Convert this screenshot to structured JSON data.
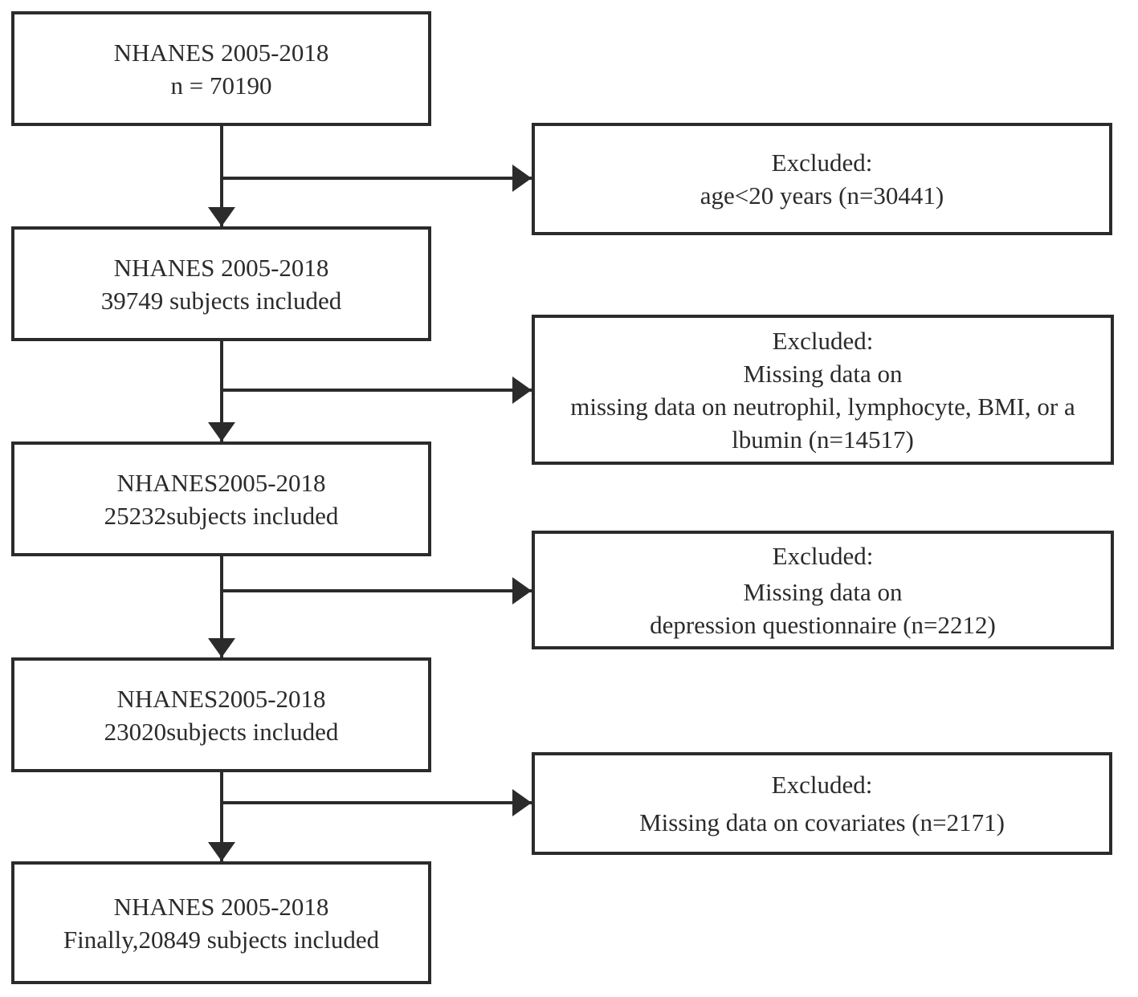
{
  "flow": {
    "steps": [
      {
        "line1": "NHANES 2005-2018",
        "line2": "n = 70190"
      },
      {
        "line1": "NHANES 2005-2018",
        "line2": "39749 subjects included"
      },
      {
        "line1": "NHANES2005-2018",
        "line2": "25232subjects included"
      },
      {
        "line1": "NHANES2005-2018",
        "line2": "23020subjects included"
      },
      {
        "line1": "NHANES 2005-2018",
        "line2": "Finally,20849 subjects included"
      }
    ],
    "exclusions": [
      {
        "heading": "Excluded:",
        "text": "age<20 years (n=30441)"
      },
      {
        "heading": "Excluded:",
        "line2": "Missing data on",
        "text": "missing data on neutrophil, lymphocyte, BMI, or a lbumin (n=14517)"
      },
      {
        "heading": "Excluded:",
        "line2": "Missing data on",
        "text": "depression questionnaire (n=2212)"
      },
      {
        "heading": "Excluded:",
        "text": "Missing data on covariates (n=2171)"
      }
    ]
  },
  "colors": {
    "line": "#2b2b2b",
    "background": "#ffffff"
  }
}
